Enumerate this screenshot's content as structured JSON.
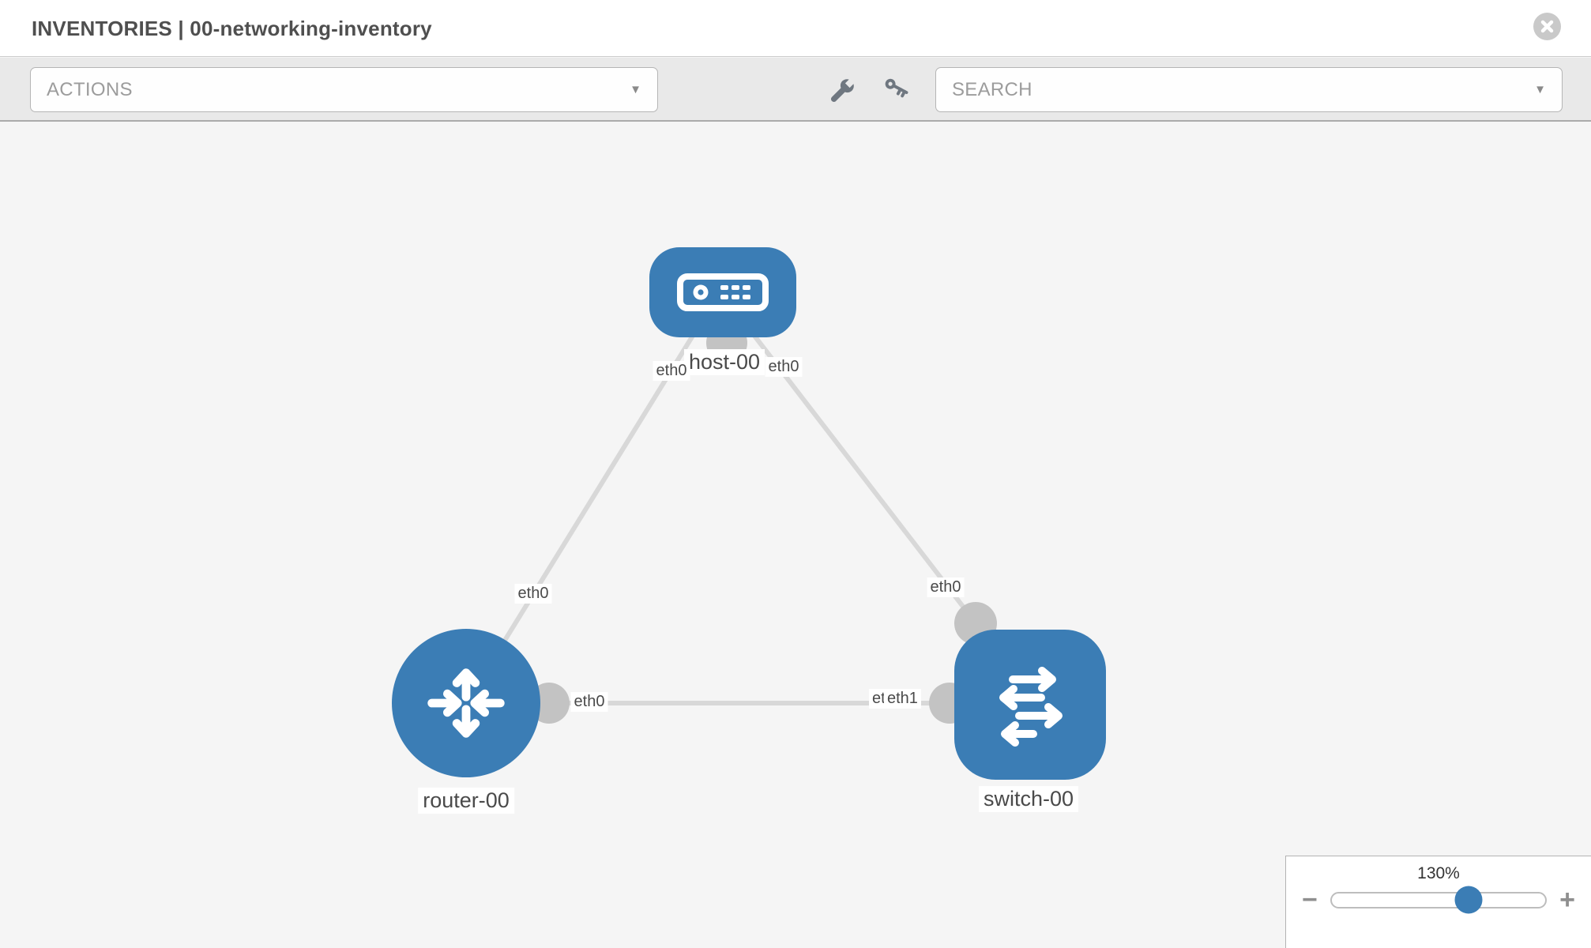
{
  "header": {
    "title": "INVENTORIES | 00-networking-inventory",
    "close_icon": "circle-x"
  },
  "toolbar": {
    "actions_placeholder": "ACTIONS",
    "search_placeholder": "SEARCH",
    "caret_glyph": "▼",
    "wrench_icon": "wrench",
    "key_icon": "key"
  },
  "topology": {
    "nodes": [
      {
        "name": "host-00",
        "type": "host"
      },
      {
        "name": "router-00",
        "type": "router"
      },
      {
        "name": "switch-00",
        "type": "switch"
      }
    ],
    "links": [
      {
        "source": "host-00",
        "target": "router-00",
        "source_interface": "eth0",
        "target_interface": "eth0"
      },
      {
        "source": "host-00",
        "target": "switch-00",
        "source_interface": "eth0",
        "target_interface": "eth0"
      },
      {
        "source": "router-00",
        "target": "switch-00",
        "source_interface": "eth0",
        "target_interface": "eth1"
      }
    ],
    "interface_labels": {
      "host_left": "eth0",
      "host_right": "eth0",
      "left_link_router_end": "eth0",
      "right_link_switch_end": "eth0",
      "middle_link_router_end": "eth0",
      "middle_link_switch_end_back": "eth0",
      "middle_link_switch_end_front": "eth1"
    }
  },
  "zoom": {
    "level": "130%",
    "minus_glyph": "−",
    "plus_glyph": "+"
  },
  "colors": {
    "node_fill": "#3b7db5",
    "link": "#d8d8d8",
    "connector": "#c3c3c3",
    "toolbar_bg": "#e9e9e9",
    "canvas_bg": "#f5f5f5"
  }
}
